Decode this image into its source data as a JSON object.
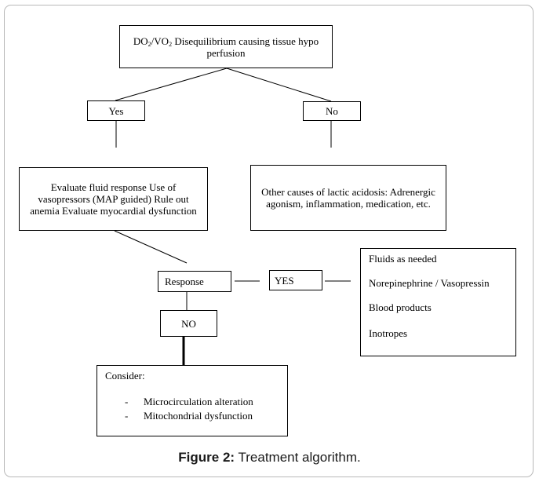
{
  "diagram": {
    "top": {
      "prefix": "DO",
      "sub1": "2",
      "mid": "/VO",
      "sub2": "2",
      "text": " Disequilibrium causing tissue hypo perfusion"
    },
    "yes": "Yes",
    "no": "No",
    "evaluate": "Evaluate fluid response Use of vasopressors (MAP guided) Rule out anemia Evaluate myocardial dysfunction",
    "other_causes": "Other causes of lactic acidosis: Adrenergic agonism, inflammation, medication, etc.",
    "response": "Response",
    "response_yes": "YES",
    "response_no": "NO",
    "actions": [
      "Fluids as needed",
      "Norepinephrine / Vasopressin",
      "Blood products",
      "Inotropes"
    ],
    "consider": {
      "title": "Consider:",
      "items": [
        "Microcirculation alteration",
        "Mitochondrial dysfunction"
      ],
      "bullet": "-"
    }
  },
  "caption": {
    "label": "Figure 2:",
    "text": " Treatment algorithm."
  }
}
